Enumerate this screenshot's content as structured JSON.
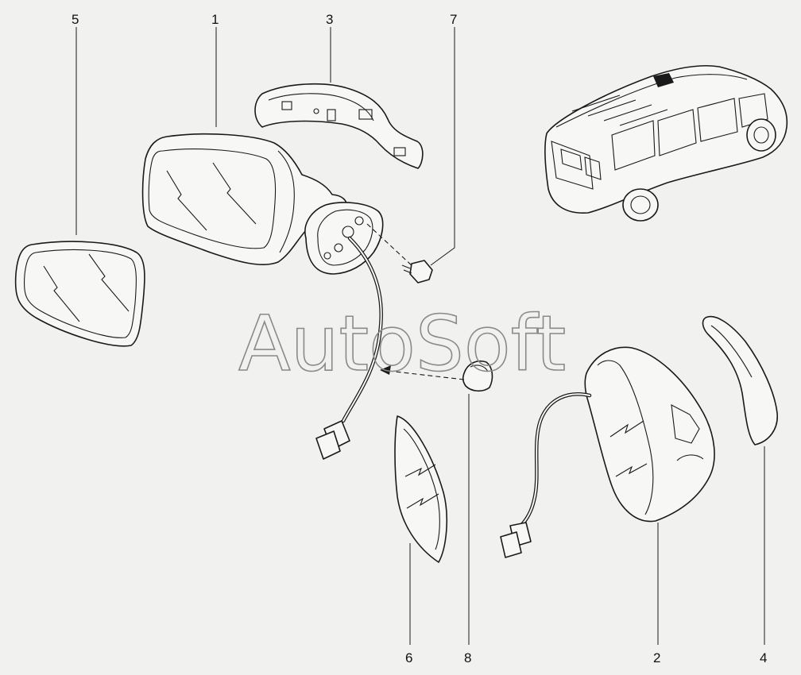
{
  "callouts": [
    {
      "id": "1",
      "label": "1"
    },
    {
      "id": "2",
      "label": "2"
    },
    {
      "id": "3",
      "label": "3"
    },
    {
      "id": "4",
      "label": "4"
    },
    {
      "id": "5",
      "label": "5"
    },
    {
      "id": "6",
      "label": "6"
    },
    {
      "id": "7",
      "label": "7"
    },
    {
      "id": "8",
      "label": "8"
    }
  ],
  "watermark": "AutoSoft",
  "colors": {
    "background": "#f1f1ef",
    "line": "#1a1a1a",
    "watermark": "#8a8a8a"
  }
}
